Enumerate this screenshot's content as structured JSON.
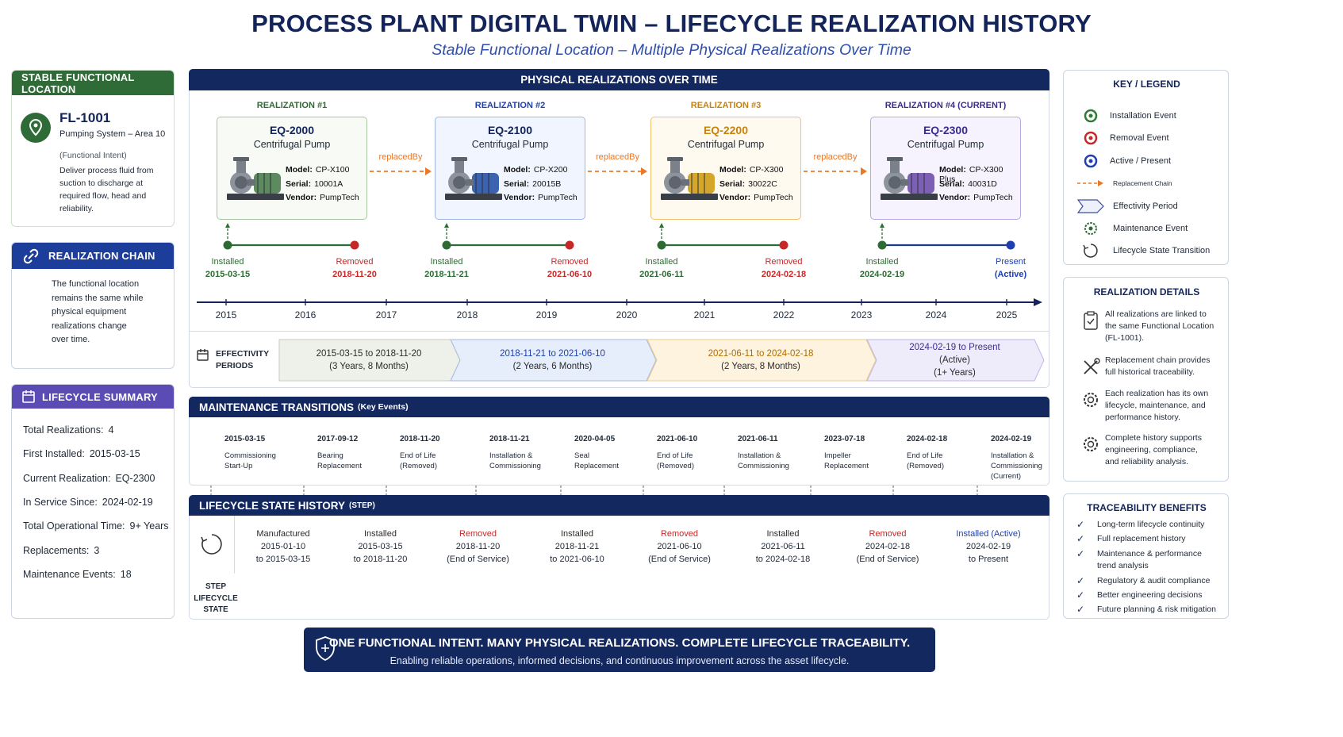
{
  "header": {
    "title": "PROCESS PLANT DIGITAL TWIN – LIFECYCLE REALIZATION HISTORY",
    "subtitle": "Stable Functional Location – Multiple Physical Realizations Over Time"
  },
  "colors": {
    "navy": "#13285e",
    "green": "#2e7d32",
    "red": "#c62828",
    "blue": "#1e40af",
    "orange": "#e8792b",
    "purple": "#5b4bb5"
  },
  "left": {
    "stable": {
      "header": "STABLE FUNCTIONAL LOCATION",
      "id": "FL-1001",
      "name": "Pumping System – Area 10",
      "intent_label": "(Functional Intent)",
      "intent_lines": [
        "Deliver process fluid from",
        "suction to discharge at",
        "required flow, head and",
        "reliability."
      ]
    },
    "chain": {
      "header": "REALIZATION CHAIN",
      "lines": [
        "The functional location",
        "remains the same while",
        "physical equipment",
        "realizations change",
        "over time."
      ]
    },
    "summary": {
      "header": "LIFECYCLE SUMMARY",
      "rows": [
        {
          "label": "Total Realizations:",
          "value": "4"
        },
        {
          "label": "First Installed:",
          "value": "2015-03-15"
        },
        {
          "label": "Current Realization:",
          "value": "EQ-2300"
        },
        {
          "label": "In Service Since:",
          "value": "2024-02-19"
        },
        {
          "label": "Total Operational Time:",
          "value": "9+ Years"
        },
        {
          "label": "Replacements:",
          "value": "3"
        },
        {
          "label": "Maintenance Events:",
          "value": "18"
        }
      ]
    }
  },
  "realizations": {
    "title": "PHYSICAL REALIZATIONS OVER TIME",
    "replaced_label": "replacedBy",
    "spec_labels": {
      "model": "Model:",
      "serial": "Serial:",
      "vendor": "Vendor:"
    },
    "items": [
      {
        "label": "REALIZATION #1",
        "id": "EQ-2000",
        "type": "Centrifugal Pump",
        "model": "CP-X100",
        "serial": "10001A",
        "vendor": "PumpTech",
        "start_label": "Installed",
        "start_date": "2015-03-15",
        "end_label": "Removed",
        "end_date": "2018-11-20",
        "color": "#2e7d32",
        "pump": "#5d8a5f"
      },
      {
        "label": "REALIZATION #2",
        "id": "EQ-2100",
        "type": "Centrifugal Pump",
        "model": "CP-X200",
        "serial": "20015B",
        "vendor": "PumpTech",
        "start_label": "Installed",
        "start_date": "2018-11-21",
        "end_label": "Removed",
        "end_date": "2021-06-10",
        "color": "#1e40af",
        "pump": "#3b63b0"
      },
      {
        "label": "REALIZATION #3",
        "id": "EQ-2200",
        "type": "Centrifugal Pump",
        "model": "CP-X300",
        "serial": "30022C",
        "vendor": "PumpTech",
        "start_label": "Installed",
        "start_date": "2021-06-11",
        "end_label": "Removed",
        "end_date": "2024-02-18",
        "color": "#c9820a",
        "pump": "#d4a72c"
      },
      {
        "label": "REALIZATION #4 (CURRENT)",
        "id": "EQ-2300",
        "type": "Centrifugal Pump",
        "model": "CP-X300 Plus",
        "serial": "40031D",
        "vendor": "PumpTech",
        "start_label": "Installed",
        "start_date": "2024-02-19",
        "end_label": "Present",
        "end_date": "(Active)",
        "color": "#3b2d8f",
        "pump": "#7d60b5"
      }
    ],
    "years": [
      "2015",
      "2016",
      "2017",
      "2018",
      "2019",
      "2020",
      "2021",
      "2022",
      "2023",
      "2024",
      "2025"
    ],
    "eff_label": [
      "EFFECTIVITY",
      "PERIODS"
    ],
    "periods": [
      {
        "range": "2015-03-15 to 2018-11-20",
        "dur": "(3 Years, 8 Months)",
        "extra": ""
      },
      {
        "range": "2018-11-21 to 2021-06-10",
        "dur": "(2 Years, 6 Months)",
        "extra": ""
      },
      {
        "range": "2021-06-11 to 2024-02-18",
        "dur": "(2 Years, 8 Months)",
        "extra": ""
      },
      {
        "range": "2024-02-19 to Present",
        "dur": "(Active)",
        "extra": "(1+ Years)"
      }
    ]
  },
  "maintenance": {
    "title": "MAINTENANCE TRANSITIONS",
    "title_sub": "(Key Events)",
    "events": [
      {
        "date": "2015-03-15",
        "l1": "Commissioning",
        "l2": "Start-Up",
        "l3": "",
        "kind": "gear"
      },
      {
        "date": "2017-09-12",
        "l1": "Bearing",
        "l2": "Replacement",
        "l3": "",
        "kind": "gear"
      },
      {
        "date": "2018-11-20",
        "l1": "End of Life",
        "l2": "(Removed)",
        "l3": "",
        "kind": "x"
      },
      {
        "date": "2018-11-21",
        "l1": "Installation &",
        "l2": "Commissioning",
        "l3": "",
        "kind": "gear"
      },
      {
        "date": "2020-04-05",
        "l1": "Seal",
        "l2": "Replacement",
        "l3": "",
        "kind": "gear"
      },
      {
        "date": "2021-06-10",
        "l1": "End of Life",
        "l2": "(Removed)",
        "l3": "",
        "kind": "x"
      },
      {
        "date": "2021-06-11",
        "l1": "Installation &",
        "l2": "Commissioning",
        "l3": "",
        "kind": "gear"
      },
      {
        "date": "2023-07-18",
        "l1": "Impeller",
        "l2": "Replacement",
        "l3": "",
        "kind": "gear"
      },
      {
        "date": "2024-02-18",
        "l1": "End of Life",
        "l2": "(Removed)",
        "l3": "",
        "kind": "x"
      },
      {
        "date": "2024-02-19",
        "l1": "Installation &",
        "l2": "Commissioning",
        "l3": "(Current)",
        "kind": "gear"
      }
    ]
  },
  "lifecycle": {
    "title": "LIFECYCLE STATE HISTORY",
    "title_sub": "(STEP)",
    "step_label": [
      "STEP",
      "LIFECYCLE",
      "STATE"
    ],
    "states": [
      {
        "name": "Manufactured",
        "l2": "2015-01-10",
        "l3": "to 2015-03-15",
        "kind": "neutral"
      },
      {
        "name": "Installed",
        "l2": "2015-03-15",
        "l3": "to 2018-11-20",
        "kind": "installed"
      },
      {
        "name": "Removed",
        "l2": "2018-11-20",
        "l3": "(End of Service)",
        "kind": "removed"
      },
      {
        "name": "Installed",
        "l2": "2018-11-21",
        "l3": "to 2021-06-10",
        "kind": "installed"
      },
      {
        "name": "Removed",
        "l2": "2021-06-10",
        "l3": "(End of Service)",
        "kind": "removed"
      },
      {
        "name": "Installed",
        "l2": "2021-06-11",
        "l3": "to 2024-02-18",
        "kind": "installed"
      },
      {
        "name": "Removed",
        "l2": "2024-02-18",
        "l3": "(End of Service)",
        "kind": "removed"
      },
      {
        "name": "Installed (Active)",
        "l2": "2024-02-19",
        "l3": "to Present",
        "kind": "active"
      }
    ]
  },
  "legend": {
    "title": "KEY / LEGEND",
    "items": [
      {
        "label": "Installation Event",
        "icon": "green-ring-icon"
      },
      {
        "label": "Removal Event",
        "icon": "red-ring-icon"
      },
      {
        "label": "Active / Present",
        "icon": "blue-ring-icon"
      },
      {
        "label": "Replacement Chain",
        "icon": "dashed-arrow-icon"
      },
      {
        "label": "Effectivity Period",
        "icon": "chevron-period-icon"
      },
      {
        "label": "Maintenance Event",
        "icon": "gear-icon"
      },
      {
        "label": "Lifecycle State Transition",
        "icon": "cycle-icon"
      }
    ]
  },
  "details": {
    "title": "REALIZATION DETAILS",
    "items": [
      {
        "lines": [
          "All realizations are linked to",
          "the same Functional Location",
          "(FL-1001)."
        ],
        "icon": "clipboard-icon"
      },
      {
        "lines": [
          "Replacement chain provides",
          "full historical traceability."
        ],
        "icon": "tools-icon"
      },
      {
        "lines": [
          "Each realization has its own",
          "lifecycle, maintenance, and",
          "performance history."
        ],
        "icon": "gear-icon"
      },
      {
        "lines": [
          "Complete history supports",
          "engineering, compliance,",
          "and reliability analysis."
        ],
        "icon": "gear-icon"
      }
    ]
  },
  "benefits": {
    "title": "TRACEABILITY BENEFITS",
    "items": [
      {
        "lines": [
          "Long-term lifecycle continuity"
        ]
      },
      {
        "lines": [
          "Full replacement history"
        ]
      },
      {
        "lines": [
          "Maintenance & performance",
          "trend analysis"
        ]
      },
      {
        "lines": [
          "Regulatory & audit compliance"
        ]
      },
      {
        "lines": [
          "Better engineering decisions"
        ]
      },
      {
        "lines": [
          "Future planning & risk mitigation"
        ]
      }
    ]
  },
  "banner": {
    "title": "ONE FUNCTIONAL INTENT. MANY PHYSICAL REALIZATIONS. COMPLETE LIFECYCLE TRACEABILITY.",
    "subtitle": "Enabling reliable operations, informed decisions, and continuous improvement across the asset lifecycle."
  }
}
